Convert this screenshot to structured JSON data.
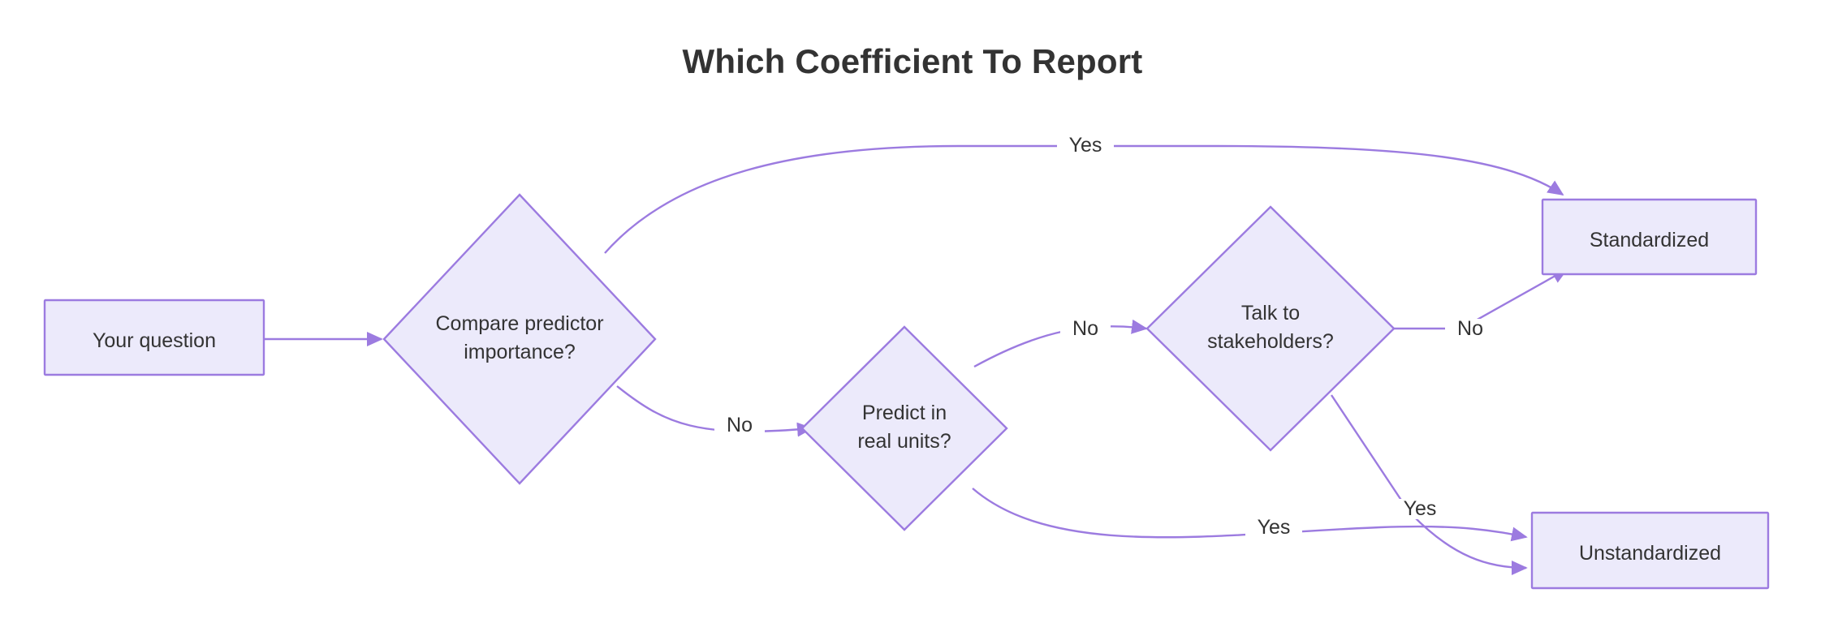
{
  "diagram": {
    "title": "Which Coefficient To Report",
    "colors": {
      "node_fill": "#ECEAFB",
      "node_stroke": "#9C7BE0",
      "edge_stroke": "#9C7BE0",
      "text": "#333333",
      "background": "#FFFFFF",
      "title_text": "#333333"
    },
    "type": "flowchart",
    "direction": "left-to-right",
    "nodes": [
      {
        "id": "start",
        "shape": "rectangle",
        "label": "Your question"
      },
      {
        "id": "compare",
        "shape": "diamond",
        "label": "Compare predictor\nimportance?"
      },
      {
        "id": "predict",
        "shape": "diamond",
        "label": "Predict in\nreal units?"
      },
      {
        "id": "stakeholders",
        "shape": "diamond",
        "label": "Talk to\nstakeholders?"
      },
      {
        "id": "standardized",
        "shape": "rectangle",
        "label": "Standardized"
      },
      {
        "id": "unstandardized",
        "shape": "rectangle",
        "label": "Unstandardized"
      }
    ],
    "edges": [
      {
        "from": "start",
        "to": "compare",
        "label": ""
      },
      {
        "from": "compare",
        "to": "standardized",
        "label": "Yes"
      },
      {
        "from": "compare",
        "to": "predict",
        "label": "No"
      },
      {
        "from": "predict",
        "to": "stakeholders",
        "label": "No"
      },
      {
        "from": "predict",
        "to": "unstandardized",
        "label": "Yes"
      },
      {
        "from": "stakeholders",
        "to": "standardized",
        "label": "No"
      },
      {
        "from": "stakeholders",
        "to": "unstandardized",
        "label": "Yes"
      }
    ],
    "edge_labels": {
      "compare_yes": "Yes",
      "compare_no": "No",
      "predict_no": "No",
      "predict_yes": "Yes",
      "stakeholders_no": "No",
      "stakeholders_yes": "Yes"
    }
  }
}
